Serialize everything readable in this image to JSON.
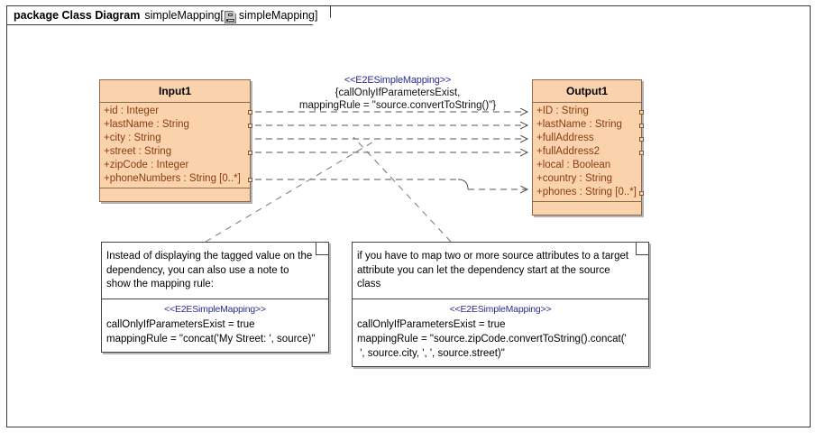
{
  "frame": {
    "package_keyword": "package Class Diagram",
    "package_name": "simpleMapping[",
    "icon_name": "class-diagram-icon",
    "diagram_name": "simpleMapping",
    "bracket_close": "]"
  },
  "classes": [
    {
      "id": "Input1",
      "title": "Input1",
      "attributes": [
        "+id : Integer",
        "+lastName : String",
        "+city : String",
        "+street : String",
        "+zipCode : Integer",
        "+phoneNumbers : String [0..*]"
      ],
      "operations": []
    },
    {
      "id": "Output1",
      "title": "Output1",
      "attributes": [
        "+ID : String",
        "+lastName : String",
        "+fullAddress",
        "+fullAddress2",
        "+local : Boolean",
        "+country : String",
        "+phones : String [0..*]"
      ],
      "operations": []
    }
  ],
  "dependency_label": {
    "stereotype": "<<E2ESimpleMapping>>",
    "line1": "{callOnlyIfParametersExist,",
    "line2": "mappingRule = \"source.convertToString()\"}"
  },
  "notes": [
    {
      "id": "note-left",
      "text_lines": [
        "Instead of displaying the tagged value on the",
        "dependency, you can also use a note to",
        "show the mapping rule:"
      ],
      "stereotype": "<<E2ESimpleMapping>>",
      "rule_lines": [
        "callOnlyIfParametersExist = true",
        "mappingRule = \"concat('My Street: ', source)\""
      ]
    },
    {
      "id": "note-right",
      "text_lines": [
        "if you have to map two or more source attributes to a target",
        "attribute you can let the dependency start at the source",
        "class"
      ],
      "stereotype": "<<E2ESimpleMapping>>",
      "rule_lines": [
        "callOnlyIfParametersExist = true",
        "mappingRule = \"source.zipCode.convertToString().concat('",
        " ', source.city, ', ', source.street)\""
      ]
    }
  ],
  "colors": {
    "class_fill": "#FAD3AC",
    "class_border": "#8A6A4A",
    "attribute_text": "#8A3B10",
    "stereotype_text": "#2B2B8C",
    "frame_border": "#3A3A3A",
    "link_stroke": "#555555"
  }
}
